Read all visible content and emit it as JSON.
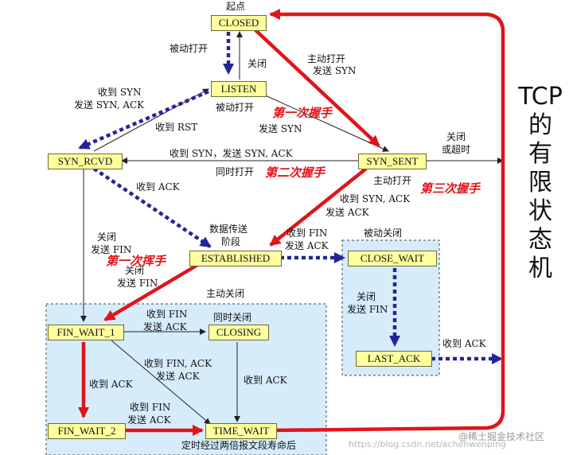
{
  "start_label": "起点",
  "side_title": [
    "TCP",
    "的",
    "有",
    "限",
    "状",
    "态",
    "机"
  ],
  "states": {
    "closed": "CLOSED",
    "listen": "LISTEN",
    "syn_rcvd": "SYN_RCVD",
    "syn_sent": "SYN_SENT",
    "established": "ESTABLISHED",
    "close_wait": "CLOSE_WAIT",
    "last_ack": "LAST_ACK",
    "fin_wait_1": "FIN_WAIT_1",
    "closing": "CLOSING",
    "fin_wait_2": "FIN_WAIT_2",
    "time_wait": "TIME_WAIT"
  },
  "labels": {
    "passive_open": "被动打开",
    "close_1": "关闭",
    "active_open_l1": "主动打开",
    "active_open_l2": "发送 SYN",
    "recv_syn_l1": "收到 SYN",
    "recv_syn_l2": "发送 SYN, ACK",
    "passive_open2": "被动打开",
    "send_syn": "发送 SYN",
    "recv_rst": "收到 RST",
    "close_timeout_l1": "关闭",
    "close_timeout_l2": "或超时",
    "recv_syn_send_synack": "收到 SYN，发送 SYN, ACK",
    "simultaneous_open": "同时打开",
    "recv_ack": "收到 ACK",
    "active_open2": "主动打开",
    "recv_synack_l1": "收到 SYN, ACK",
    "recv_synack_l2": "发送 ACK",
    "data_transfer_l1": "数据传送",
    "data_transfer_l2": "阶段",
    "recv_fin_l1": "收到 FIN",
    "recv_fin_l2": "发送 ACK",
    "passive_close": "被动关闭",
    "close_send_fin_l1": "关闭",
    "close_send_fin_l2": "发送 FIN",
    "close_send_fin2_l1": "关闭",
    "close_send_fin2_l2": "发送 FIN",
    "active_close": "主动关闭",
    "fw1_recv_fin_l1": "收到 FIN",
    "fw1_recv_fin_l2": "发送 ACK",
    "simultaneous_close": "同时关闭",
    "close_send_fin3_l1": "关闭",
    "close_send_fin3_l2": "发送 FIN",
    "lastack_recv_ack": "收到 ACK",
    "recv_fin_ack_l1": "收到 FIN, ACK",
    "recv_fin_ack_l2": "发送 ACK",
    "fw1_recv_ack": "收到 ACK",
    "closing_recv_ack": "收到 ACK",
    "fw2_recv_fin_l1": "收到 FIN",
    "fw2_recv_fin_l2": "发送 ACK",
    "timewait_note": "定时经过两倍报文段寿命后"
  },
  "annotations": {
    "first_handshake": "第一次握手",
    "second_handshake": "第二次握手",
    "third_handshake": "第三次握手",
    "first_wave": "第一次挥手"
  },
  "watermark": {
    "url": "https://blog.csdn.net/achenwenping",
    "brand": "@稀土掘金技术社区"
  },
  "colors": {
    "state_fill": "#ffff9e",
    "region_fill": "#d6ecfb",
    "red": "#e0141a",
    "blue": "#24249a"
  }
}
